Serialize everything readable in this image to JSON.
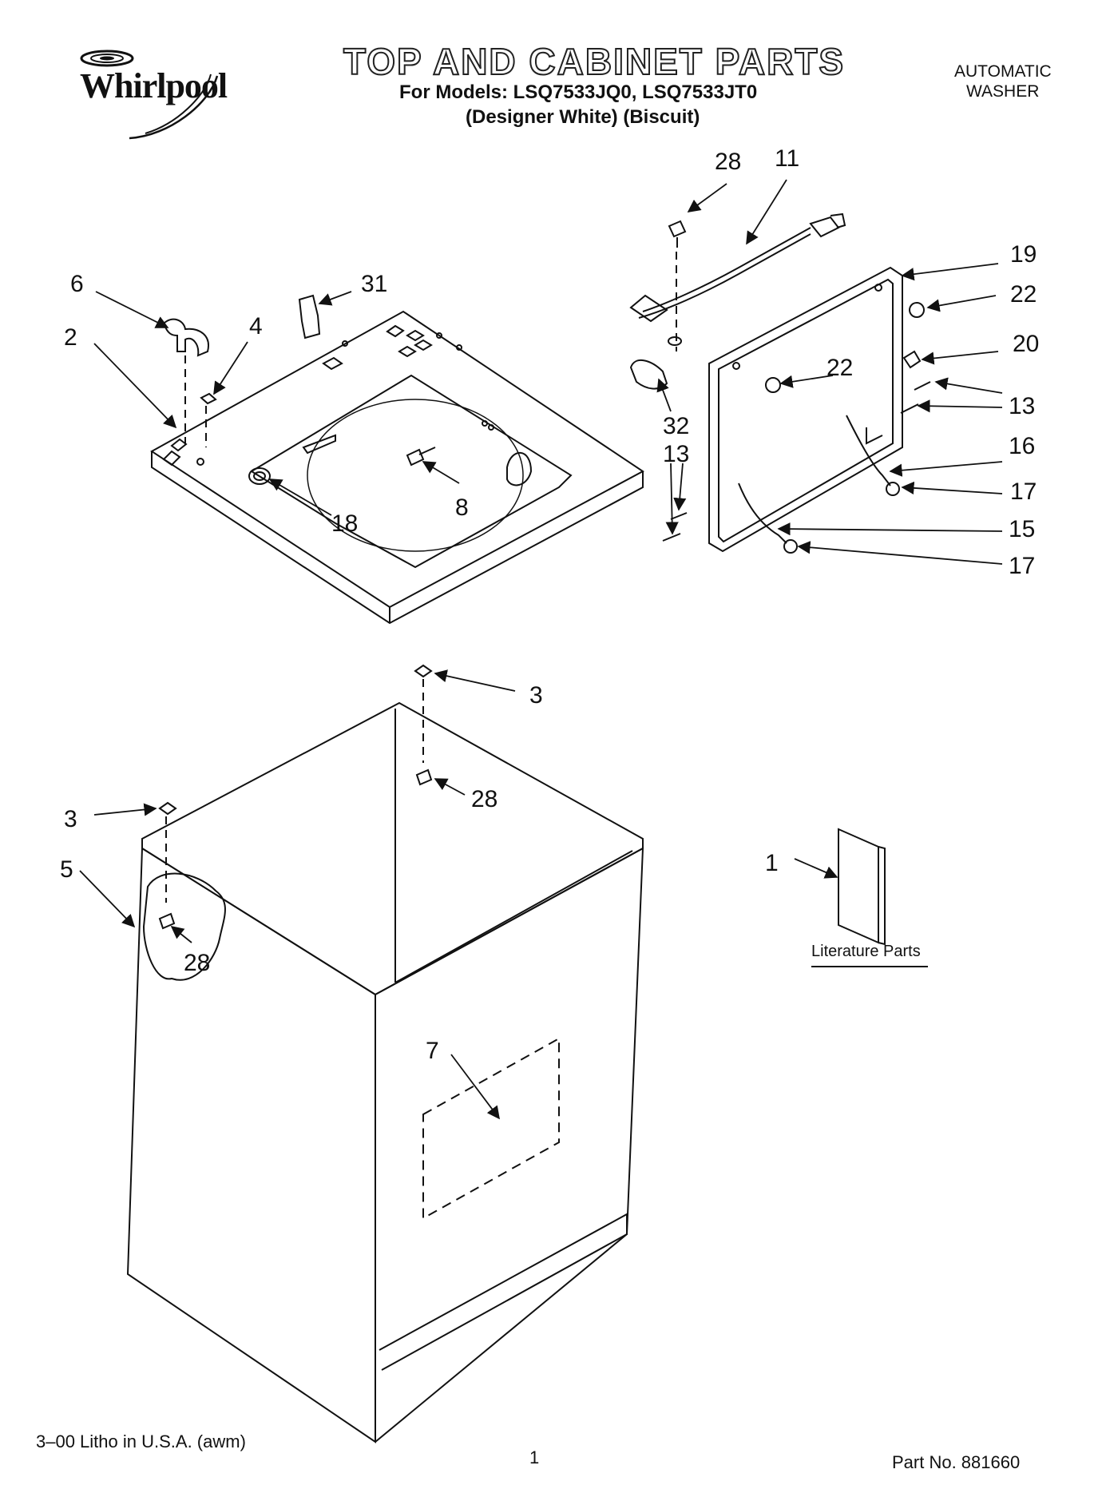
{
  "header": {
    "brand": "Whirlpool",
    "title": "TOP AND CABINET PARTS",
    "models_line": "For Models: LSQ7533JQ0, LSQ7533JT0",
    "colors_line": "(Designer White)  (Biscuit)",
    "product_line1": "AUTOMATIC",
    "product_line2": "WASHER"
  },
  "callouts": [
    {
      "id": "c28a",
      "text": "28"
    },
    {
      "id": "c11",
      "text": "11"
    },
    {
      "id": "c19",
      "text": "19"
    },
    {
      "id": "c22a",
      "text": "22"
    },
    {
      "id": "c20",
      "text": "20"
    },
    {
      "id": "c22b",
      "text": "22"
    },
    {
      "id": "c13a",
      "text": "13"
    },
    {
      "id": "c16",
      "text": "16"
    },
    {
      "id": "c17a",
      "text": "17"
    },
    {
      "id": "c15",
      "text": "15"
    },
    {
      "id": "c17b",
      "text": "17"
    },
    {
      "id": "c6",
      "text": "6"
    },
    {
      "id": "c31",
      "text": "31"
    },
    {
      "id": "c2",
      "text": "2"
    },
    {
      "id": "c4",
      "text": "4"
    },
    {
      "id": "c32",
      "text": "32"
    },
    {
      "id": "c13b",
      "text": "13"
    },
    {
      "id": "c18",
      "text": "18"
    },
    {
      "id": "c8",
      "text": "8"
    },
    {
      "id": "c3a",
      "text": "3"
    },
    {
      "id": "c28b",
      "text": "28"
    },
    {
      "id": "c3b",
      "text": "3"
    },
    {
      "id": "c5",
      "text": "5"
    },
    {
      "id": "c28c",
      "text": "28"
    },
    {
      "id": "c1",
      "text": "1"
    },
    {
      "id": "c7",
      "text": "7"
    }
  ],
  "literature_label": "Literature Parts",
  "footer": {
    "printing": "3–00 Litho in U.S.A. (awm)",
    "page": "1",
    "part_no": "Part No. 881660"
  }
}
